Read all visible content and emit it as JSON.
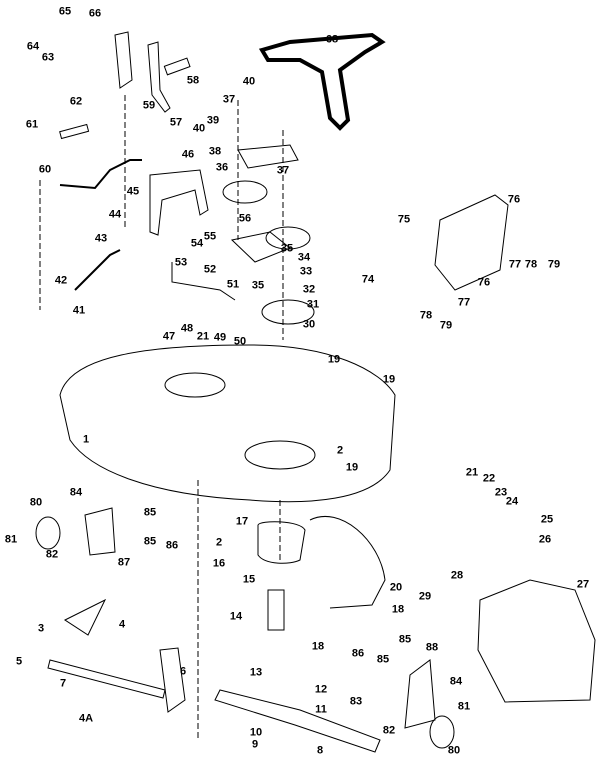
{
  "diagram": {
    "type": "exploded parts diagram",
    "part_labels": [
      "65",
      "66",
      "64",
      "63",
      "62",
      "68",
      "40",
      "37",
      "39",
      "58",
      "59",
      "57",
      "40",
      "61",
      "38",
      "36",
      "37",
      "60",
      "45",
      "46",
      "44",
      "56",
      "35",
      "55",
      "54",
      "43",
      "53",
      "52",
      "51",
      "34",
      "33",
      "32",
      "42",
      "41",
      "35",
      "31",
      "30",
      "47",
      "48",
      "21",
      "49",
      "50",
      "19",
      "19",
      "75",
      "76",
      "74",
      "76",
      "77",
      "78",
      "79",
      "78",
      "77",
      "79",
      "1",
      "2",
      "19",
      "17",
      "80",
      "84",
      "85",
      "81",
      "82",
      "85",
      "86",
      "87",
      "2",
      "16",
      "15",
      "14",
      "21",
      "22",
      "23",
      "24",
      "25",
      "26",
      "27",
      "28",
      "29",
      "20",
      "18",
      "18",
      "3",
      "4",
      "5",
      "7",
      "6",
      "13",
      "12",
      "11",
      "4A",
      "10",
      "9",
      "8",
      "86",
      "85",
      "85",
      "88",
      "83",
      "84",
      "81",
      "82",
      "80"
    ]
  }
}
